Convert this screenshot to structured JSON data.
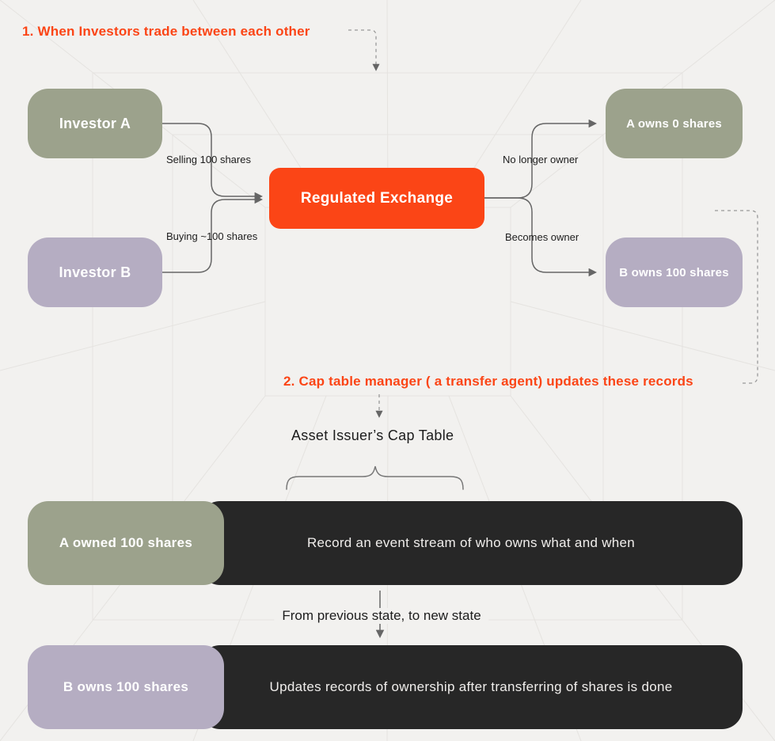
{
  "title": "Investor trade and cap table update diagram",
  "headings": {
    "step1": "1. When Investors trade between each other",
    "step2": "2. Cap table manager ( a transfer agent) updates these records"
  },
  "flow": {
    "investor_a": "Investor A",
    "investor_b": "Investor B",
    "exchange": "Regulated Exchange",
    "result_a": "A owns 0 shares",
    "result_b": "B owns 100 shares",
    "label_selling": "Selling 100 shares",
    "label_buying": "Buying ~100 shares",
    "label_no_longer": "No longer owner",
    "label_becomes": "Becomes owner"
  },
  "cap_table": {
    "title": "Asset Issuer’s Cap Table",
    "rows": [
      {
        "tag": "A owned 100 shares",
        "desc": "Record an event stream of who owns what and when"
      },
      {
        "tag": "B owns 100 shares",
        "desc": "Updates records of ownership after transferring of shares is done"
      }
    ],
    "transition": "From previous state, to new state"
  },
  "colors": {
    "accent": "#fb4516",
    "olive": "#9ca28c",
    "lavender": "#b5adc2",
    "dark": "#272727",
    "background": "#f2f1ef"
  }
}
